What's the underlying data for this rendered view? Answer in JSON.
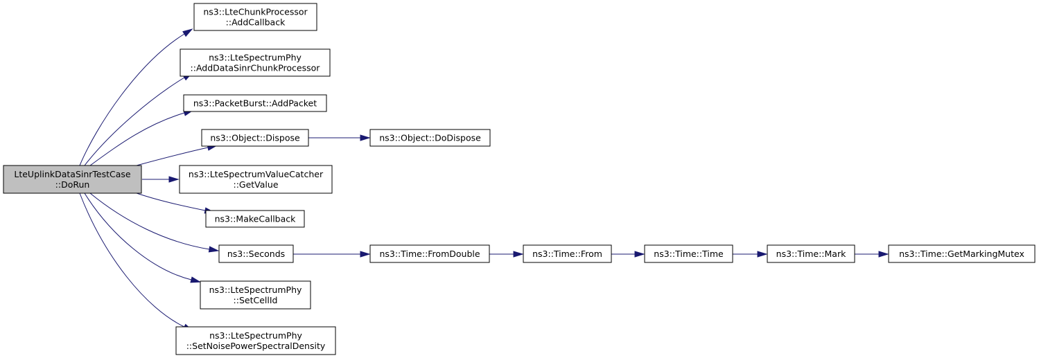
{
  "graph": {
    "nodes": {
      "root": {
        "lines": [
          "LteUplinkDataSinrTestCase",
          "::DoRun"
        ],
        "role": "focus"
      },
      "add_callback": {
        "lines": [
          "ns3::LteChunkProcessor",
          "::AddCallback"
        ]
      },
      "add_data_sinr": {
        "lines": [
          "ns3::LteSpectrumPhy",
          "::AddDataSinrChunkProcessor"
        ]
      },
      "add_packet": {
        "lines": [
          "ns3::PacketBurst::AddPacket"
        ]
      },
      "dispose": {
        "lines": [
          "ns3::Object::Dispose"
        ]
      },
      "do_dispose": {
        "lines": [
          "ns3::Object::DoDispose"
        ]
      },
      "get_value": {
        "lines": [
          "ns3::LteSpectrumValueCatcher",
          "::GetValue"
        ]
      },
      "make_callback": {
        "lines": [
          "ns3::MakeCallback"
        ]
      },
      "seconds": {
        "lines": [
          "ns3::Seconds"
        ]
      },
      "from_double": {
        "lines": [
          "ns3::Time::FromDouble"
        ]
      },
      "from": {
        "lines": [
          "ns3::Time::From"
        ]
      },
      "time_ctor": {
        "lines": [
          "ns3::Time::Time"
        ]
      },
      "mark": {
        "lines": [
          "ns3::Time::Mark"
        ]
      },
      "get_marking_mutex": {
        "lines": [
          "ns3::Time::GetMarkingMutex"
        ]
      },
      "set_cell_id": {
        "lines": [
          "ns3::LteSpectrumPhy",
          "::SetCellId"
        ]
      },
      "set_noise_psd": {
        "lines": [
          "ns3::LteSpectrumPhy",
          "::SetNoisePowerSpectralDensity"
        ]
      }
    },
    "edges": [
      [
        "root",
        "add_callback"
      ],
      [
        "root",
        "add_data_sinr"
      ],
      [
        "root",
        "add_packet"
      ],
      [
        "root",
        "dispose"
      ],
      [
        "root",
        "get_value"
      ],
      [
        "root",
        "make_callback"
      ],
      [
        "root",
        "seconds"
      ],
      [
        "root",
        "set_cell_id"
      ],
      [
        "root",
        "set_noise_psd"
      ],
      [
        "dispose",
        "do_dispose"
      ],
      [
        "seconds",
        "from_double"
      ],
      [
        "from_double",
        "from"
      ],
      [
        "from",
        "time_ctor"
      ],
      [
        "time_ctor",
        "mark"
      ],
      [
        "mark",
        "get_marking_mutex"
      ]
    ],
    "colors": {
      "edge": "#191970",
      "focus_fill": "#bfbfbf",
      "node_stroke": "#000000"
    }
  }
}
